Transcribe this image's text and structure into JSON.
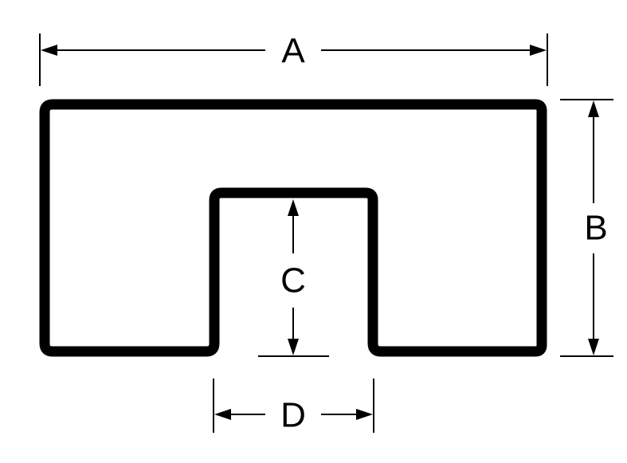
{
  "dimensions": {
    "a": "A",
    "b": "B",
    "c": "C",
    "d": "D"
  },
  "colors": {
    "stroke": "#000000",
    "background": "#ffffff"
  }
}
